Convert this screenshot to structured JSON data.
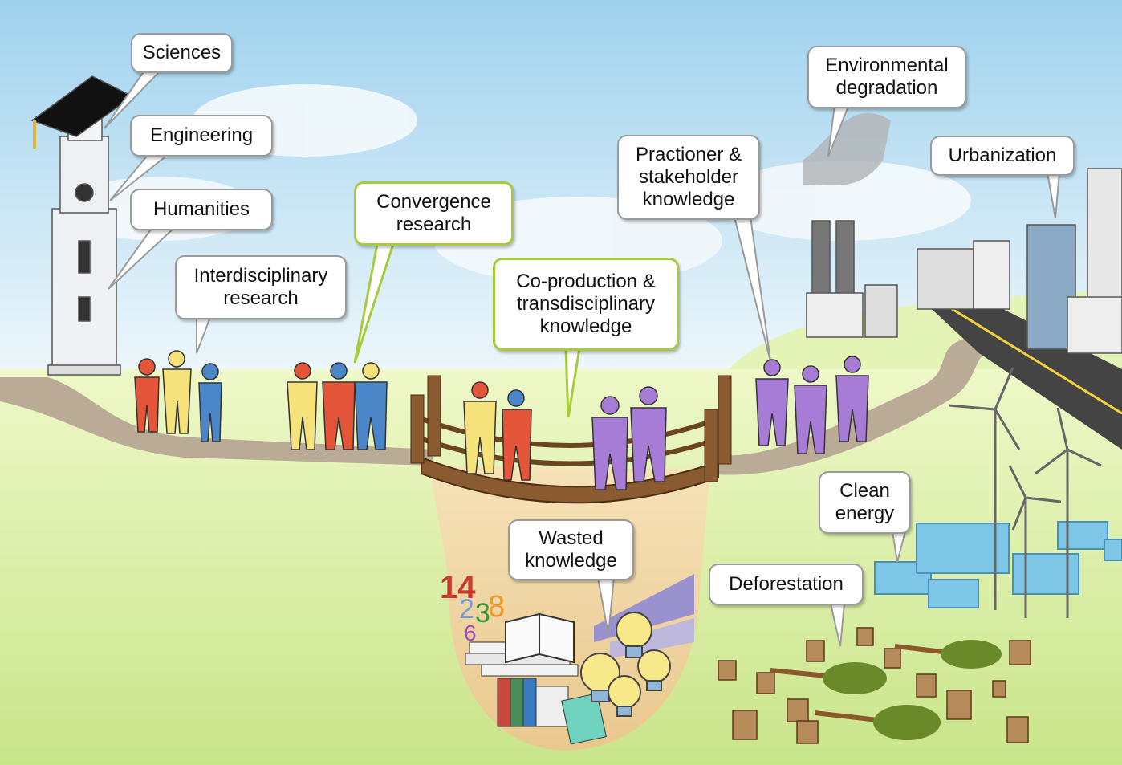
{
  "labels": {
    "sciences": "Sciences",
    "engineering": "Engineering",
    "humanities": "Humanities",
    "interdisciplinary": "Interdisciplinary\nresearch",
    "convergence": "Convergence\nresearch",
    "coproduction": "Co-production &\ntransdisciplinary\nknowledge",
    "practitioner": "Practioner &\nstakeholder\nknowledge",
    "environmental": "Environmental\ndegradation",
    "urbanization": "Urbanization",
    "clean_energy": "Clean\nenergy",
    "deforestation": "Deforestation",
    "wasted": "Wasted\nknowledge"
  },
  "pit_numbers": [
    "14",
    "2",
    "3",
    "8",
    "6"
  ],
  "colors": {
    "sky_top": "#9fd2ee",
    "sky_bottom": "#eaf5fb",
    "grass": "#d9ef9e",
    "path": "#b9ab96",
    "pit": "#f2d7a6",
    "bubble_border": "#9a9a9a",
    "bubble_green_border": "#a6cc3c",
    "person_red": "#e4553a",
    "person_yellow": "#f6e27a",
    "person_blue": "#4a86c8",
    "person_purple": "#a77cd6",
    "bridge_wood": "#8a5a30"
  }
}
